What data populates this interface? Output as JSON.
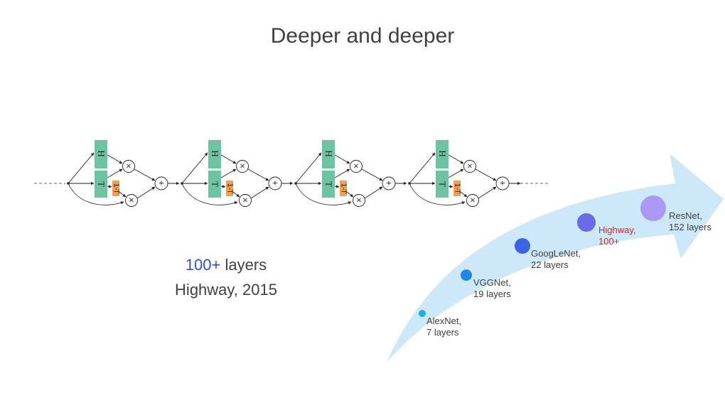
{
  "slide": {
    "title": "Deeper and deeper",
    "caption": {
      "highlight": "100+",
      "rest": " layers",
      "line2": "Highway, 2015"
    }
  },
  "block_labels": {
    "h": "H",
    "t": "T",
    "one_minus_t": "1-T",
    "multiply": "×",
    "add": "+"
  },
  "models": [
    {
      "name": "AlexNet,",
      "depth": "7 layers",
      "color": "#1ab2e6",
      "highlight": false
    },
    {
      "name": "VGGNet,",
      "depth": "19 layers",
      "color": "#1f87e6",
      "highlight": false
    },
    {
      "name": "GoogLeNet,",
      "depth": "22 layers",
      "color": "#3a64e6",
      "highlight": false
    },
    {
      "name": "Highway,",
      "depth": "100+",
      "color": "#6a6ae8",
      "highlight": true
    },
    {
      "name": "ResNet,",
      "depth": "152 layers",
      "color": "#a999f3",
      "highlight": false
    }
  ],
  "colors": {
    "h_block": "#6cc4a0",
    "t_block": "#6cc4a0",
    "one_minus_t_block": "#f0a050",
    "arrow": "#cde8f8",
    "highlight_text": "#2f4be0",
    "red_label": "#e02020"
  }
}
